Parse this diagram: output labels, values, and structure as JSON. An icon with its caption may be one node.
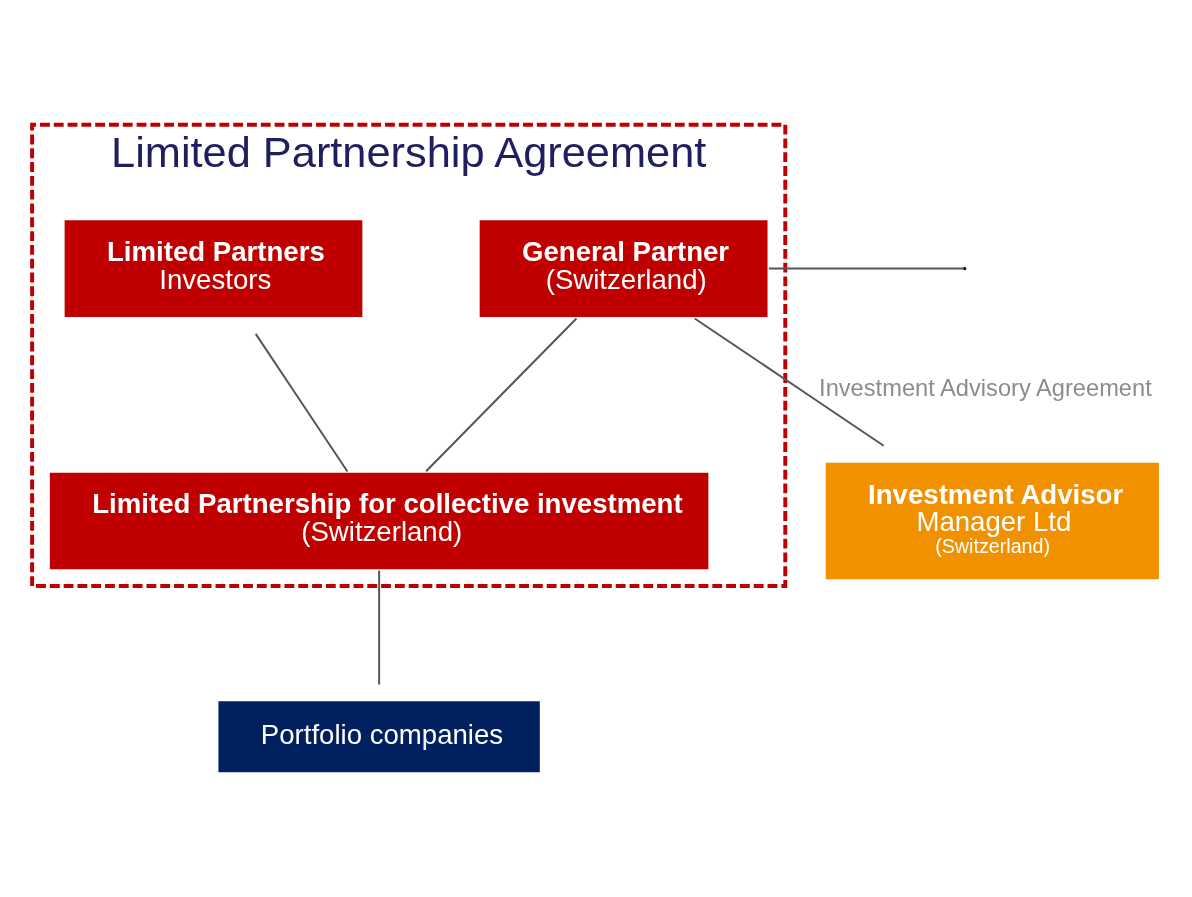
{
  "diagram": {
    "nodes": [
      {
        "text": [
          "Limited Partnership Agreement"
        ]
      },
      {
        "text": [
          "General Partner",
          "(Switzerland)"
        ],
        "in": 0
      },
      {
        "text": [
          "Limited Partners",
          "Investors"
        ],
        "in": 0
      },
      {
        "text": [
          "Limited Partnership for collective investment",
          "(Switzerland)"
        ],
        "in": 0
      },
      {
        "text": [
          "Investment Advisor",
          "Manager Ltd",
          "(Switzerland)"
        ]
      },
      {
        "text": [
          "Portfolio companies"
        ]
      }
    ],
    "edges": [
      {
        "from": null,
        "to": 1,
        "arrow": "none"
      },
      {
        "from": 4,
        "to": 1,
        "arrow": "none",
        "label": "Investment Advisory Agreement"
      },
      {
        "from": 1,
        "to": 3,
        "arrow": "none"
      },
      {
        "from": 2,
        "to": 3,
        "arrow": "none"
      },
      {
        "from": 3,
        "to": 5,
        "arrow": "none"
      }
    ]
  }
}
